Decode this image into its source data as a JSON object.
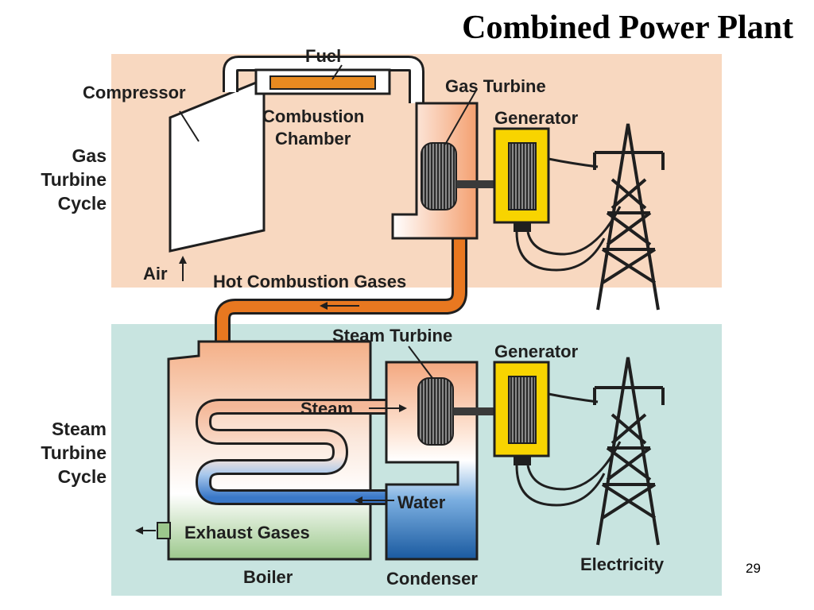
{
  "slide": {
    "title": "Combined Power Plant",
    "page_number": "29"
  },
  "diagram": {
    "labels": {
      "fuel": "Fuel",
      "compressor": "Compressor",
      "combustion_chamber_line1": "Combustion",
      "combustion_chamber_line2": "Chamber",
      "gas_turbine": "Gas Turbine",
      "generator_top": "Generator",
      "gas_cycle_line1": "Gas",
      "gas_cycle_line2": "Turbine",
      "gas_cycle_line3": "Cycle",
      "air": "Air",
      "hot_gases": "Hot Combustion Gases",
      "steam_turbine": "Steam Turbine",
      "generator_bottom": "Generator",
      "steam": "Steam",
      "steam_cycle_line1": "Steam",
      "steam_cycle_line2": "Turbine",
      "steam_cycle_line3": "Cycle",
      "water": "Water",
      "exhaust_gases": "Exhaust Gases",
      "boiler": "Boiler",
      "condenser": "Condenser",
      "electricity": "Electricity"
    },
    "colors": {
      "gas_zone": "#f8d8c0",
      "steam_zone": "#c8e4e0",
      "hot_gas": "#e87820",
      "fuel_bar": "#e88a20",
      "generator": "#f8d400",
      "water": "#1e64a8",
      "steam": "#f0b898",
      "outline": "#1f1f1f"
    }
  }
}
